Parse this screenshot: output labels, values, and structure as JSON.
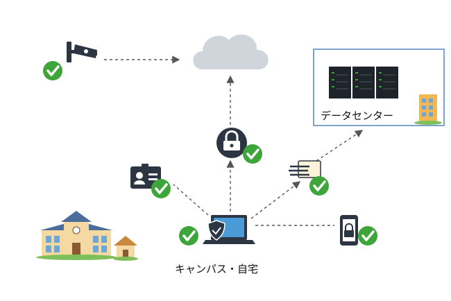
{
  "labels": {
    "datacenter": "データセンター",
    "campus_home": "キャンパス・自宅"
  },
  "nodes": [
    {
      "id": "cctv",
      "icon": "security-camera-icon",
      "verified": true
    },
    {
      "id": "cloud",
      "icon": "cloud-icon",
      "verified": false
    },
    {
      "id": "lock",
      "icon": "padlock-icon",
      "verified": true
    },
    {
      "id": "id-card",
      "icon": "id-card-icon",
      "verified": true
    },
    {
      "id": "network-device",
      "icon": "network-device-icon",
      "verified": true
    },
    {
      "id": "datacenter",
      "icon": "server-rack-icon",
      "verified": false
    },
    {
      "id": "laptop",
      "icon": "shielded-laptop-icon",
      "verified": true
    },
    {
      "id": "mobile",
      "icon": "mobile-lock-icon",
      "verified": true
    },
    {
      "id": "campus",
      "icon": "school-building-icon",
      "verified": false
    }
  ],
  "colors": {
    "check": "#3da53a",
    "arrow": "#555555",
    "dark_icon": "#2b3642",
    "frame": "#7fa3cf",
    "cloud": "#cfd5db"
  }
}
